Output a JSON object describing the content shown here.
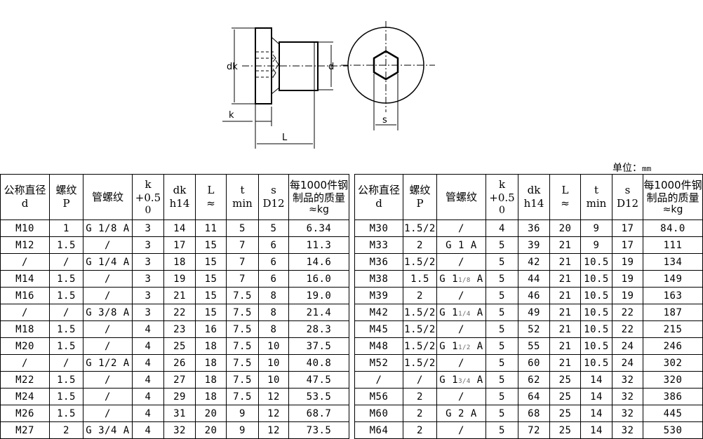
{
  "drawing": {
    "labels": {
      "dk": "dk",
      "d": "d",
      "k": "k",
      "L": "L",
      "s": "s"
    }
  },
  "unit_label": {
    "prefix": "单位：",
    "unit": "mm"
  },
  "table": {
    "headers": [
      {
        "line1": "公称直径",
        "line2": "d"
      },
      {
        "line1": "螺纹",
        "line2": "P"
      },
      {
        "line1": "管螺纹",
        "line2": ""
      },
      {
        "line1": "k",
        "line2": "+0.5",
        "line3": "0"
      },
      {
        "line1": "dk",
        "line2": "h14"
      },
      {
        "line1": "L",
        "line2": "≈"
      },
      {
        "line1": "t",
        "line2": "min"
      },
      {
        "line1": "s",
        "line2": "D12"
      },
      {
        "line1": "每1000件钢",
        "line2": "制品的质量",
        "line3": "≈kg"
      }
    ],
    "left_rows": [
      [
        "M10",
        "1",
        "G 1/8 A",
        "3",
        "14",
        "11",
        "5",
        "5",
        "6.34"
      ],
      [
        "M12",
        "1.5",
        "/",
        "3",
        "17",
        "15",
        "7",
        "6",
        "11.3"
      ],
      [
        "/",
        "/",
        "G 1/4 A",
        "3",
        "18",
        "15",
        "7",
        "6",
        "14.6"
      ],
      [
        "M14",
        "1.5",
        "/",
        "3",
        "19",
        "15",
        "7",
        "6",
        "16.0"
      ],
      [
        "M16",
        "1.5",
        "/",
        "3",
        "21",
        "15",
        "7.5",
        "8",
        "19.0"
      ],
      [
        "/",
        "/",
        "G 3/8 A",
        "3",
        "22",
        "15",
        "7.5",
        "8",
        "21.4"
      ],
      [
        "M18",
        "1.5",
        "/",
        "4",
        "23",
        "16",
        "7.5",
        "8",
        "28.3"
      ],
      [
        "M20",
        "1.5",
        "/",
        "4",
        "25",
        "18",
        "7.5",
        "10",
        "37.5"
      ],
      [
        "/",
        "/",
        "G 1/2 A",
        "4",
        "26",
        "18",
        "7.5",
        "10",
        "40.8"
      ],
      [
        "M22",
        "1.5",
        "/",
        "4",
        "27",
        "18",
        "7.5",
        "10",
        "47.5"
      ],
      [
        "M24",
        "1.5",
        "/",
        "4",
        "29",
        "18",
        "7.5",
        "12",
        "53.5"
      ],
      [
        "M26",
        "1.5",
        "/",
        "4",
        "31",
        "20",
        "9",
        "12",
        "68.7"
      ],
      [
        "M27",
        "2",
        "G 3/4 A",
        "4",
        "32",
        "20",
        "9",
        "12",
        "73.5"
      ]
    ],
    "right_rows": [
      [
        "M30",
        "1.5/2",
        "/",
        "4",
        "36",
        "20",
        "9",
        "17",
        "84.0"
      ],
      [
        "M33",
        "2",
        "G 1 A",
        "5",
        "39",
        "21",
        "9",
        "17",
        "111"
      ],
      [
        "M36",
        "1.5/2",
        "/",
        "5",
        "42",
        "21",
        "10.5",
        "19",
        "134"
      ],
      [
        "M38",
        "1.5",
        "G 1 1/8 A",
        "5",
        "44",
        "21",
        "10.5",
        "19",
        "149"
      ],
      [
        "M39",
        "2",
        "/",
        "5",
        "46",
        "21",
        "10.5",
        "19",
        "163"
      ],
      [
        "M42",
        "1.5/2",
        "G 1 1/4 A",
        "5",
        "49",
        "21",
        "10.5",
        "22",
        "187"
      ],
      [
        "M45",
        "1.5/2",
        "/",
        "5",
        "52",
        "21",
        "10.5",
        "22",
        "215"
      ],
      [
        "M48",
        "1.5/2",
        "G 1 1/2 A",
        "5",
        "55",
        "21",
        "10.5",
        "24",
        "246"
      ],
      [
        "M52",
        "1.5/2",
        "/",
        "5",
        "60",
        "21",
        "10.5",
        "24",
        "302"
      ],
      [
        "/",
        "/",
        "G 1 3/4 A",
        "5",
        "62",
        "25",
        "14",
        "32",
        "320"
      ],
      [
        "M56",
        "2",
        "/",
        "5",
        "64",
        "25",
        "14",
        "32",
        "386"
      ],
      [
        "M60",
        "2",
        "G 2 A",
        "5",
        "68",
        "25",
        "14",
        "32",
        "445"
      ],
      [
        "M64",
        "2",
        "/",
        "5",
        "72",
        "25",
        "14",
        "32",
        "530"
      ]
    ]
  }
}
